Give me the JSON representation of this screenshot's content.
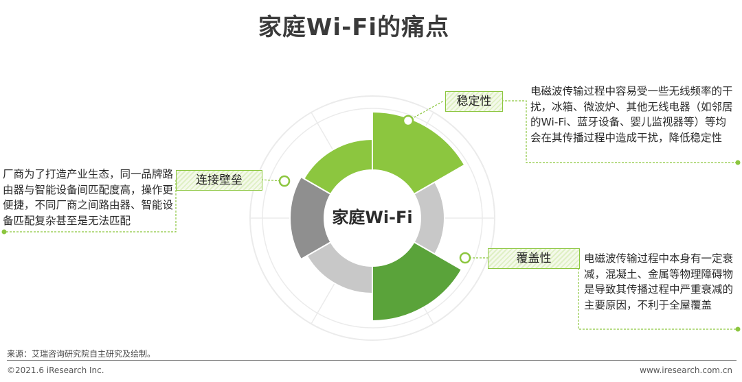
{
  "title": "家庭Wi-Fi的痛点",
  "center_label": "家庭Wi-Fi",
  "callouts": [
    {
      "label": "稳定性",
      "text": "电磁波传输过程中容易受一些无线频率的干扰，冰箱、微波炉、其他无线电器（如邻居的Wi-Fi、蓝牙设备、婴儿监视器等）等均会在其传播过程中造成干扰，降低稳定性"
    },
    {
      "label": "连接壁垒",
      "text": "厂商为了打造产业生态，同一品牌路由器与智能设备间匹配度高，操作更便捷，不同厂商之间路由器、智能设备匹配复杂甚至是无法匹配"
    },
    {
      "label": "覆盖性",
      "text": "电磁波传输过程中本身有一定衰减，混凝土、金属等物理障碍物是导致其传播过程中严重衰减的主要原因，不利于全屋覆盖"
    }
  ],
  "colors": {
    "green": "#8cc63f",
    "dark_green": "#5aa33a",
    "gray": "#8f8f8f",
    "light_gray": "#c8c8c8",
    "ring": "#ebebeb"
  },
  "footer": {
    "source": "来源：艾瑞咨询研究院自主研究及绘制。",
    "copyright": "©2021.6 iResearch Inc.",
    "website": "www.iresearch.com.cn"
  }
}
